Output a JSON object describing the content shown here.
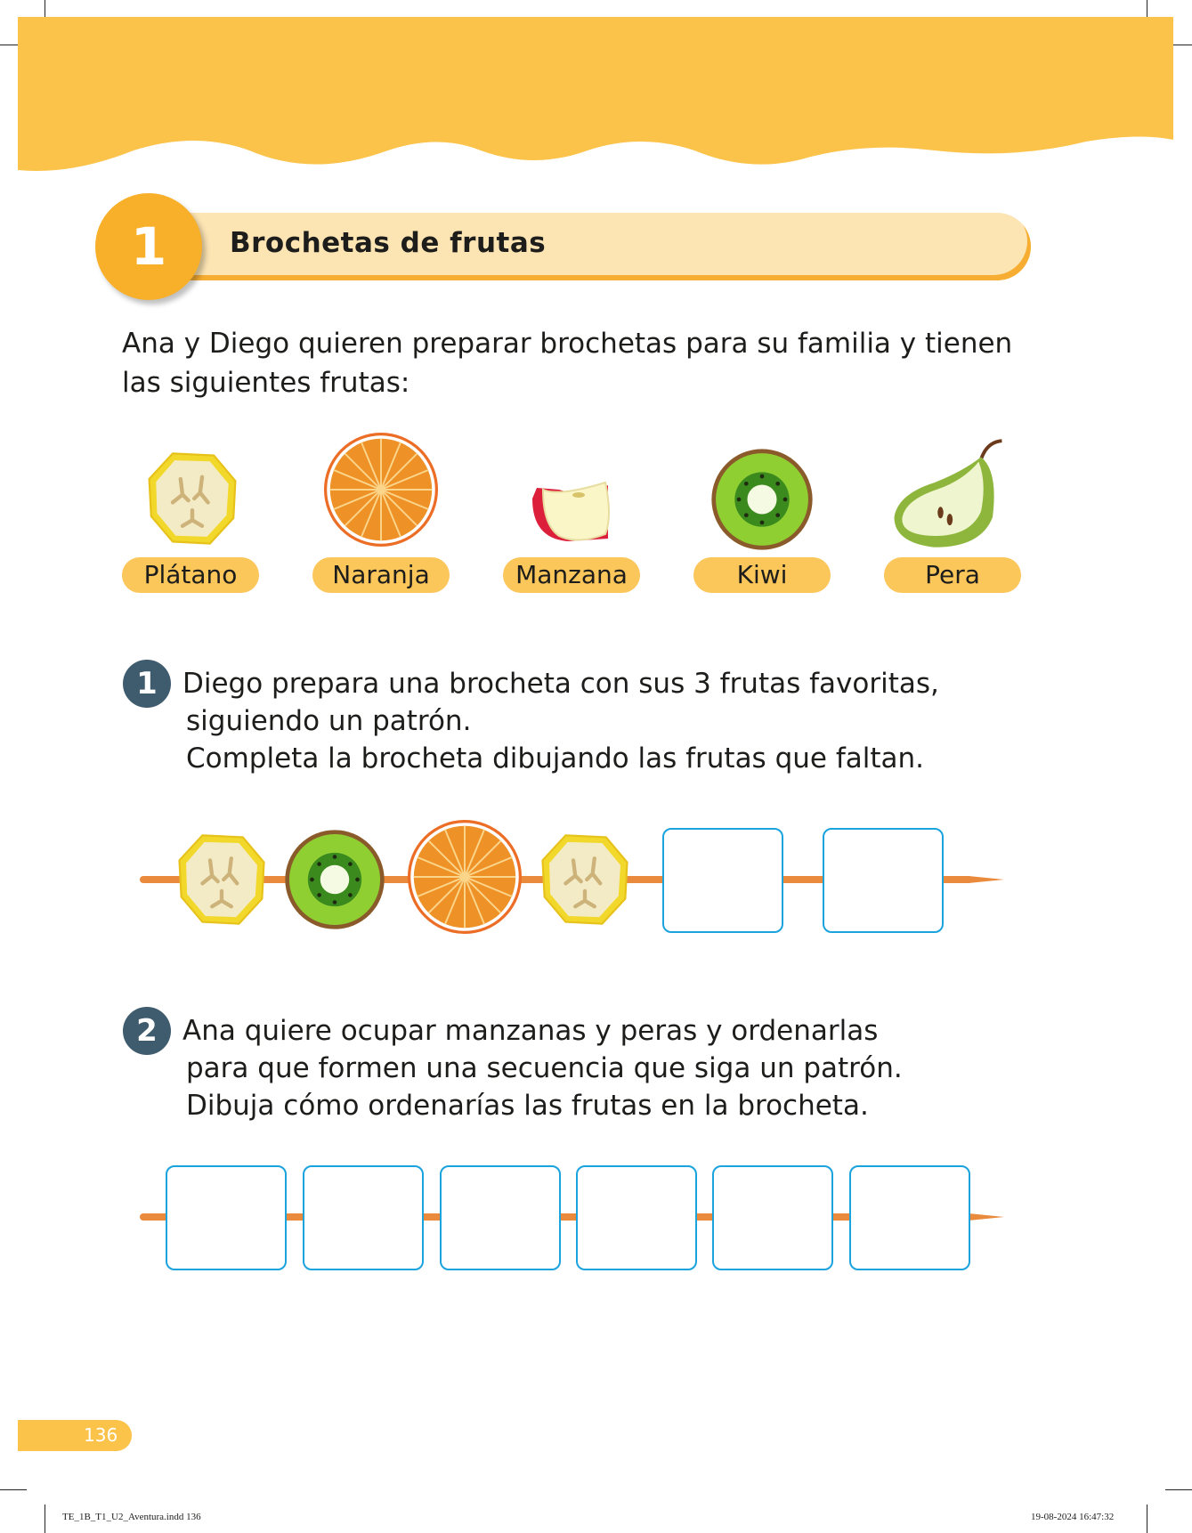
{
  "section": {
    "number": "1",
    "title": "Brochetas de frutas"
  },
  "intro": [
    "Ana y Diego quieren preparar brochetas para su familia y tienen",
    "las siguientes frutas:"
  ],
  "fruits": [
    {
      "name": "Plátano",
      "icon": "banana-slice-icon"
    },
    {
      "name": "Naranja",
      "icon": "orange-slice-icon"
    },
    {
      "name": "Manzana",
      "icon": "apple-slice-icon"
    },
    {
      "name": "Kiwi",
      "icon": "kiwi-slice-icon"
    },
    {
      "name": "Pera",
      "icon": "pear-half-icon"
    }
  ],
  "questions": [
    {
      "number": "1",
      "lines": [
        "Diego prepara una brocheta con sus 3 frutas favoritas,",
        "siguiendo un patrón.",
        "Completa la brocheta dibujando las frutas que faltan."
      ],
      "skewer": [
        "banana",
        "kiwi",
        "orange",
        "banana",
        "empty",
        "empty"
      ]
    },
    {
      "number": "2",
      "lines": [
        "Ana quiere ocupar manzanas y peras y ordenarlas",
        "para que formen una secuencia que siga un patrón.",
        "Dibuja cómo ordenarías las frutas en la brocheta."
      ],
      "skewer": [
        "empty",
        "empty",
        "empty",
        "empty",
        "empty",
        "empty"
      ]
    }
  ],
  "page_number": "136",
  "footer": {
    "file": "TE_1B_T1_U2_Aventura.indd   136",
    "date": "19-08-2024   16:47:32"
  },
  "colors": {
    "header": "#fbc34a",
    "accent": "#f8b02a",
    "badge": "#3f5b6e",
    "box": "#1ba3dd"
  }
}
